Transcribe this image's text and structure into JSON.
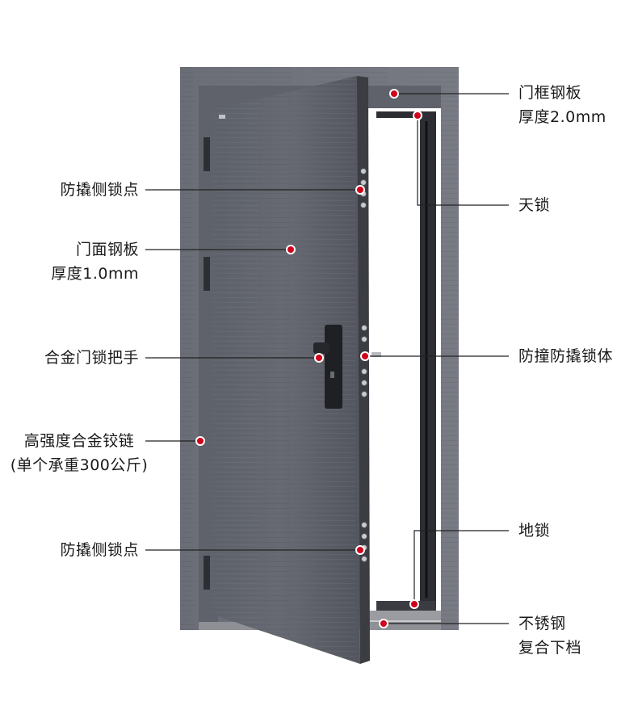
{
  "labels": {
    "frame_steel": {
      "line1": "门框钢板",
      "line2": "厚度2.0mm"
    },
    "top_lock": {
      "line1": "天锁"
    },
    "side_lock_top": {
      "line1": "防撬侧锁点"
    },
    "face_steel": {
      "line1": "门面钢板",
      "line2": "厚度1.0mm"
    },
    "handle": {
      "line1": "合金门锁把手"
    },
    "lock_body": {
      "line1": "防撞防撬锁体"
    },
    "hinge": {
      "line1": "高强度合金铰链",
      "line2": "(单个承重300公斤)"
    },
    "ground_lock": {
      "line1": "地锁"
    },
    "side_lock_bottom": {
      "line1": "防撬侧锁点"
    },
    "threshold": {
      "line1": "不锈钢",
      "line2": "复合下档"
    }
  },
  "colors": {
    "door": "#5b5e66",
    "frame": "#6c6f77",
    "marker": "#d0021b",
    "line": "#222222"
  }
}
